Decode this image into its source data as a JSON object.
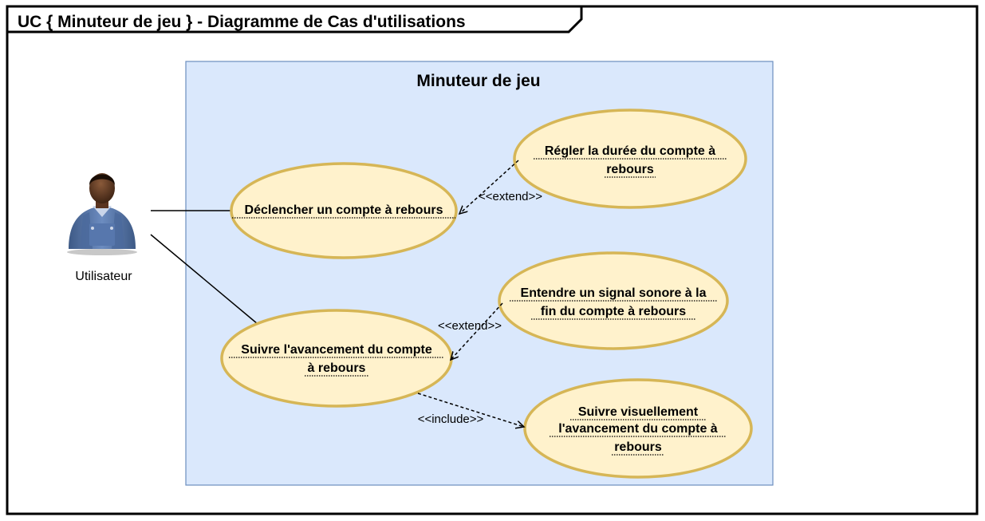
{
  "frame": {
    "title": "UC { Minuteur de jeu  } - Diagramme de Cas d'utilisations"
  },
  "system": {
    "title": "Minuteur de jeu",
    "fill_color": "#dae8fc",
    "stroke_color": "#6c8ebf"
  },
  "actor": {
    "label": "Utilisateur",
    "icon": "user-worker-icon"
  },
  "use_cases": {
    "declencher": {
      "line1": "Déclencher un compte à rebours"
    },
    "regler": {
      "line1": "Régler la durée du compte à",
      "line2": "rebours"
    },
    "suivre": {
      "line1": "Suivre l'avancement du compte",
      "line2": "à rebours"
    },
    "entendre": {
      "line1": "Entendre un signal sonore à la",
      "line2": "fin du compte à rebours"
    },
    "visuel": {
      "line1": "Suivre visuellement",
      "line2": "l'avancement du compte à",
      "line3": "rebours"
    }
  },
  "relations": {
    "extend_regler": "<<extend>>",
    "extend_entendre": "<<extend>>",
    "include_visuel": "<<include>>"
  },
  "colors": {
    "use_case_fill": "#fff2cc",
    "use_case_stroke": "#d6b656"
  }
}
